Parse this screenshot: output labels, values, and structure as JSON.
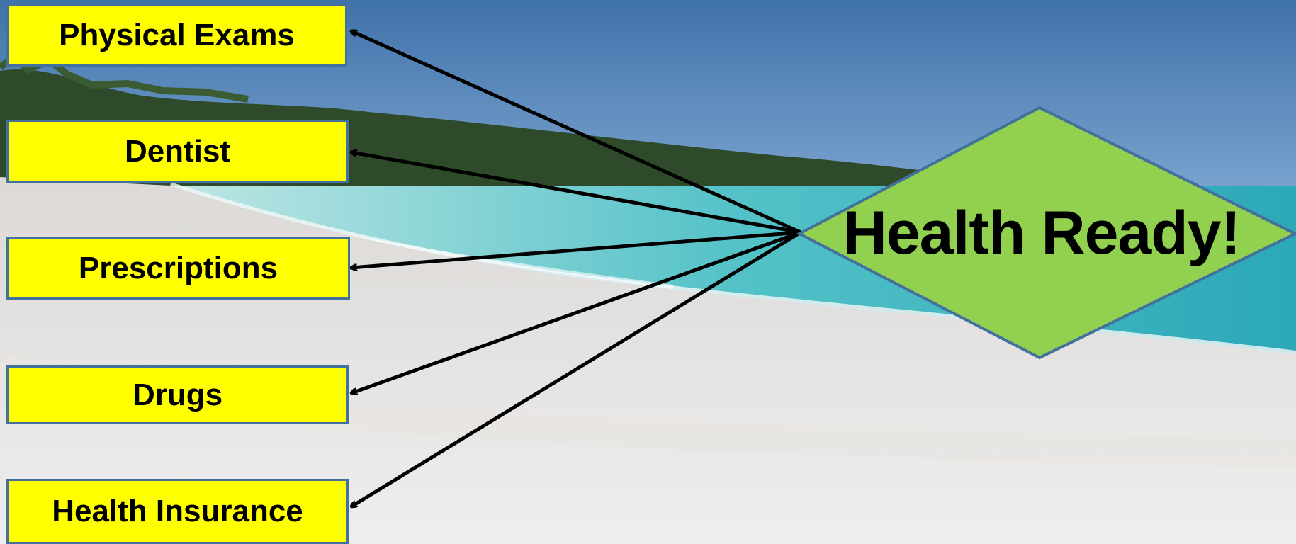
{
  "slide": {
    "items": [
      "Physical Exams",
      "Dentist",
      "Prescriptions",
      "Drugs",
      "Health Insurance"
    ],
    "goal": "Health Ready!"
  },
  "colors": {
    "box_fill": "#ffff00",
    "box_border": "#41719c",
    "diamond_fill": "#92d050",
    "diamond_border": "#41719c",
    "arrow": "#000000"
  }
}
